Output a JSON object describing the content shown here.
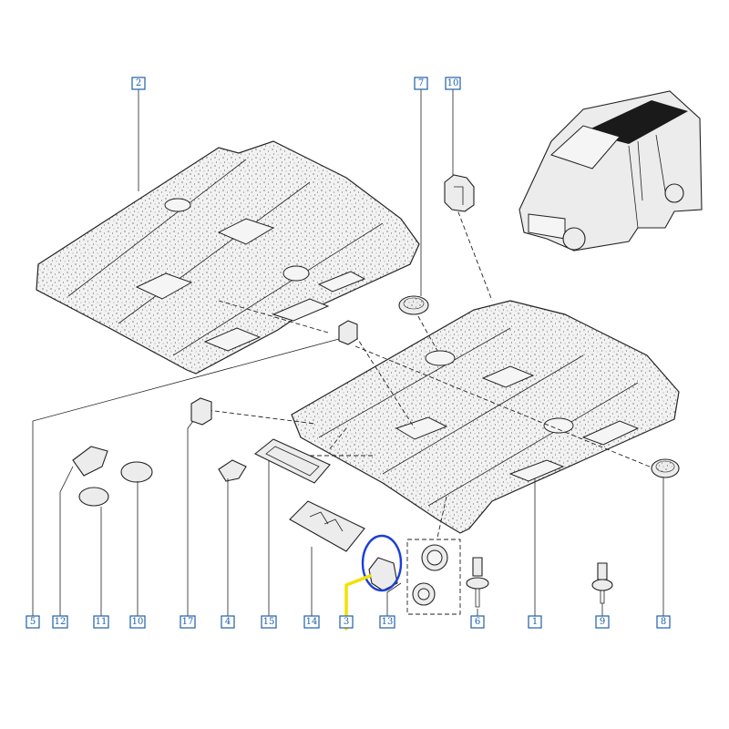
{
  "callouts": {
    "c1": "1",
    "c2": "2",
    "c3": "3",
    "c4": "4",
    "c5": "5",
    "c6": "6",
    "c7": "7",
    "c8": "8",
    "c9": "9",
    "c10a": "10",
    "c10b": "10",
    "c11": "11",
    "c12": "12",
    "c13": "13",
    "c14": "14",
    "c15": "15",
    "c17": "17"
  },
  "colors": {
    "callout_text": "#1f5fa8",
    "highlight_marker": "#f2e200",
    "highlight_circle": "#1a3fd6",
    "van_roof_window": "#1a1a1a"
  },
  "highlighted_part": "3"
}
